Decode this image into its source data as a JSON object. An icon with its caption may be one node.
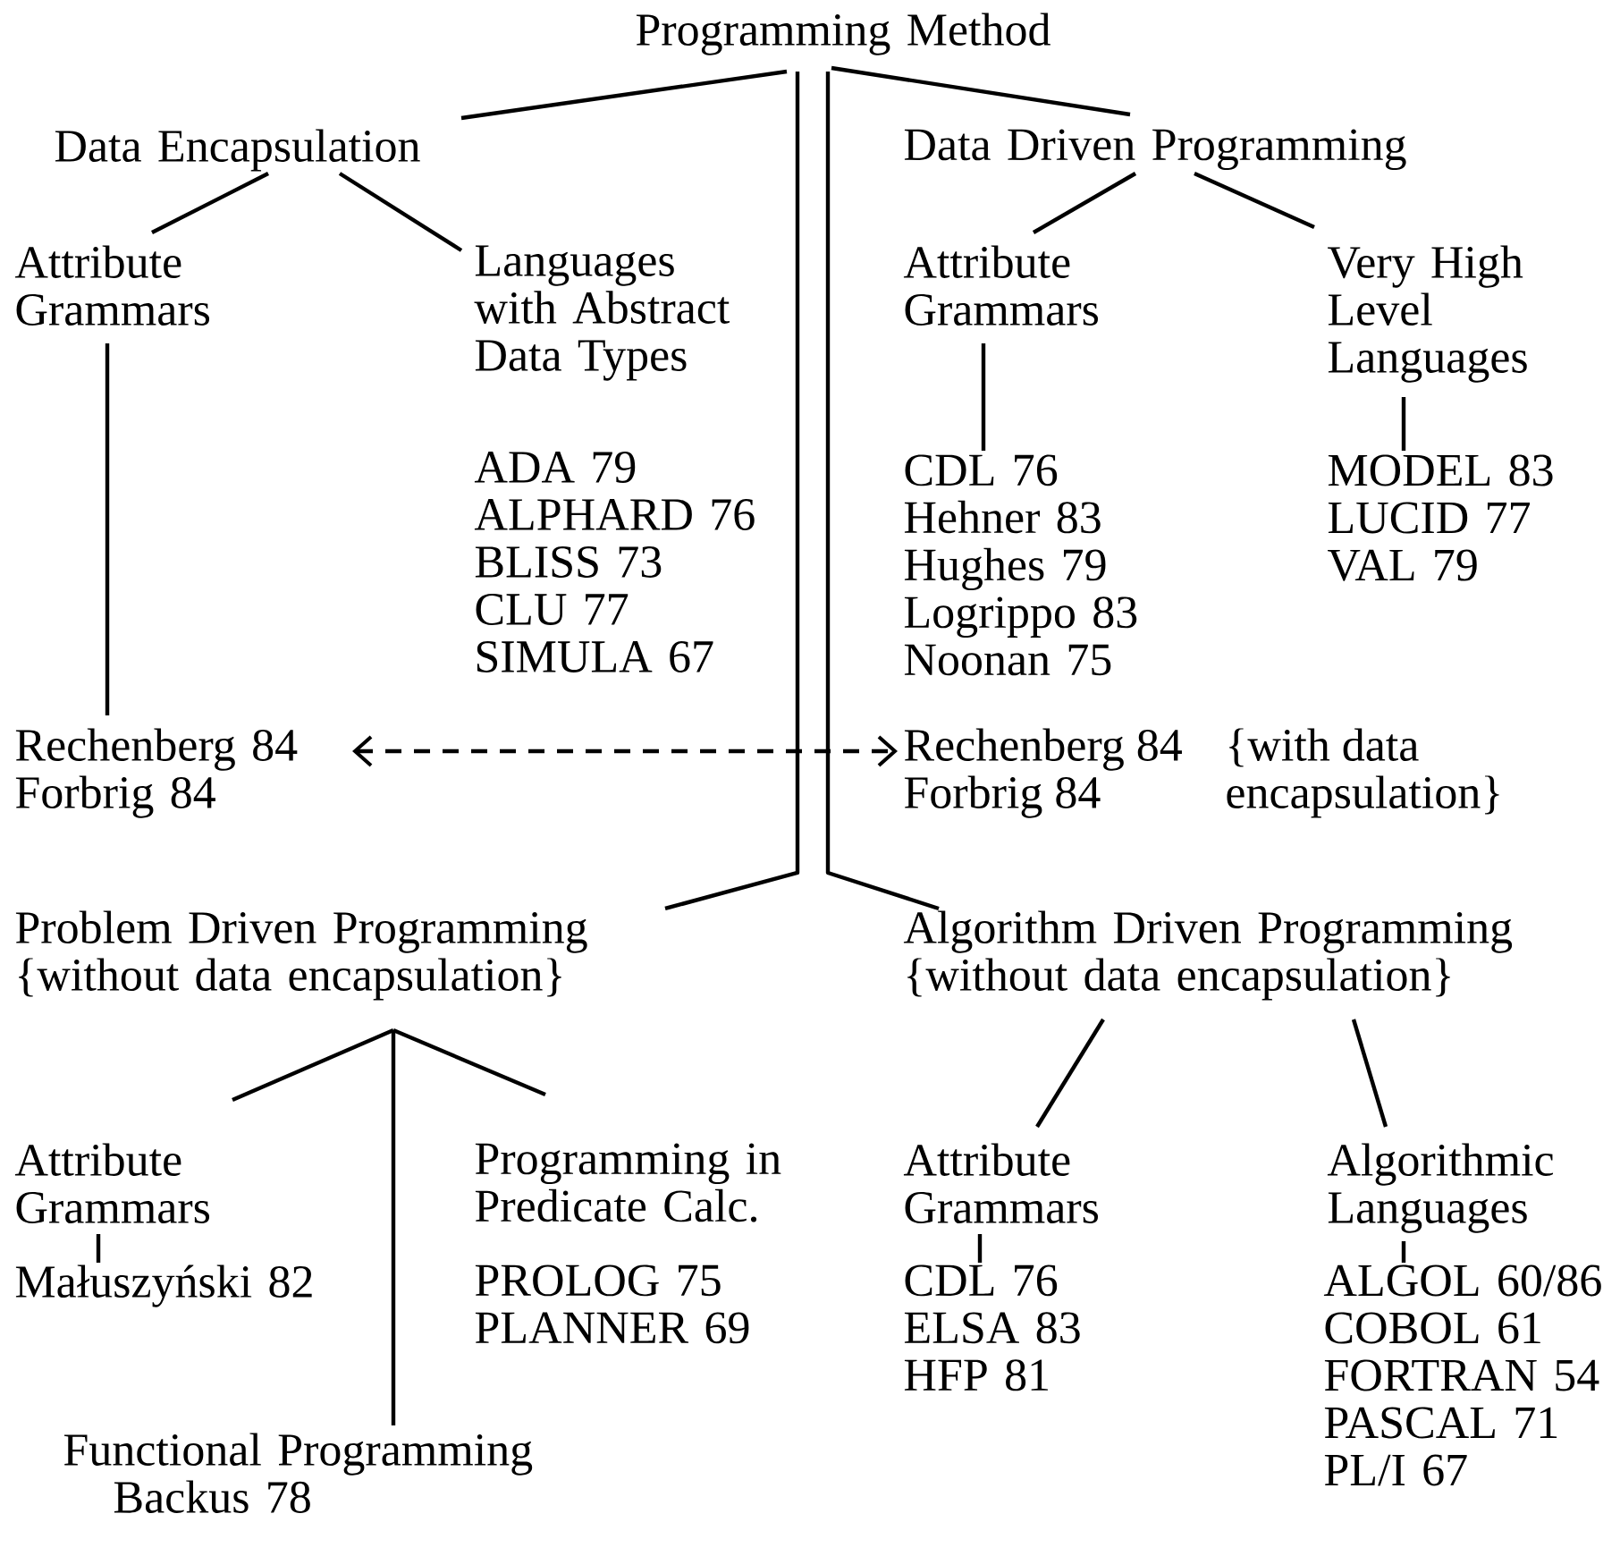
{
  "diagram": {
    "nodes": [
      {
        "text": [
          "Programming Method"
        ]
      },
      {
        "text": [
          "Data Encapsulation"
        ]
      },
      {
        "text": [
          "Data Driven Programming"
        ]
      },
      {
        "text": [
          "Attribute Grammars"
        ]
      },
      {
        "text": [
          "Languages with Abstract Data Types",
          "ADA 79",
          "ALPHARD 76",
          "BLISS 73",
          "CLU 77",
          "SIMULA 67"
        ]
      },
      {
        "text": [
          "Attribute Grammars"
        ]
      },
      {
        "text": [
          "Very High Level Languages"
        ]
      },
      {
        "text": [
          "CDL 76",
          "Hehner 83",
          "Hughes 79",
          "Logrippo 83",
          "Noonan 75"
        ]
      },
      {
        "text": [
          "MODEL 83",
          "LUCID 77",
          "VAL 79"
        ]
      },
      {
        "text": [
          "Rechenberg 84",
          "Forbrig 84"
        ]
      },
      {
        "text": [
          "Rechenberg 84",
          "Forbrig 84",
          "{with data encapsulation}"
        ]
      },
      {
        "text": [
          "Problem Driven Programming",
          "{without data encapsulation}"
        ]
      },
      {
        "text": [
          "Algorithm Driven Programming",
          "{without data encapsulation}"
        ]
      },
      {
        "text": [
          "Attribute Grammars"
        ]
      },
      {
        "text": [
          "Programming in Predicate Calc.",
          "PROLOG 75",
          "PLANNER 69"
        ]
      },
      {
        "text": [
          "Functional Programming",
          "Backus 78"
        ]
      },
      {
        "text": [
          "Małuszyński 82"
        ]
      },
      {
        "text": [
          "Attribute Grammars"
        ]
      },
      {
        "text": [
          "Algorithmic Languages"
        ]
      },
      {
        "text": [
          "CDL 76",
          "ELSA 83",
          "HFP 81"
        ]
      },
      {
        "text": [
          "ALGOL 60/86",
          "COBOL 61",
          "FORTRAN 54",
          "PASCAL 71",
          "PL/I 67"
        ]
      }
    ],
    "edges": [
      {
        "from": 0,
        "to": 1,
        "arrow": "none"
      },
      {
        "from": 0,
        "to": 2,
        "arrow": "none"
      },
      {
        "from": 0,
        "to": 11,
        "arrow": "none"
      },
      {
        "from": 0,
        "to": 12,
        "arrow": "none"
      },
      {
        "from": 1,
        "to": 3,
        "arrow": "none"
      },
      {
        "from": 1,
        "to": 4,
        "arrow": "none"
      },
      {
        "from": 2,
        "to": 5,
        "arrow": "none"
      },
      {
        "from": 2,
        "to": 6,
        "arrow": "none"
      },
      {
        "from": 5,
        "to": 7,
        "arrow": "none"
      },
      {
        "from": 6,
        "to": 8,
        "arrow": "none"
      },
      {
        "from": 3,
        "to": 9,
        "arrow": "none"
      },
      {
        "from": 9,
        "to": 10,
        "arrow": "both",
        "style": "dashed"
      },
      {
        "from": 13,
        "to": 16,
        "arrow": "none"
      },
      {
        "from": 11,
        "to": 13,
        "arrow": "none"
      },
      {
        "from": 11,
        "to": 14,
        "arrow": "none"
      },
      {
        "from": 11,
        "to": 15,
        "arrow": "none"
      },
      {
        "from": 12,
        "to": 17,
        "arrow": "none"
      },
      {
        "from": 12,
        "to": 18,
        "arrow": "none"
      },
      {
        "from": 17,
        "to": 19,
        "arrow": "none"
      },
      {
        "from": 18,
        "to": 20,
        "arrow": "none"
      }
    ]
  }
}
